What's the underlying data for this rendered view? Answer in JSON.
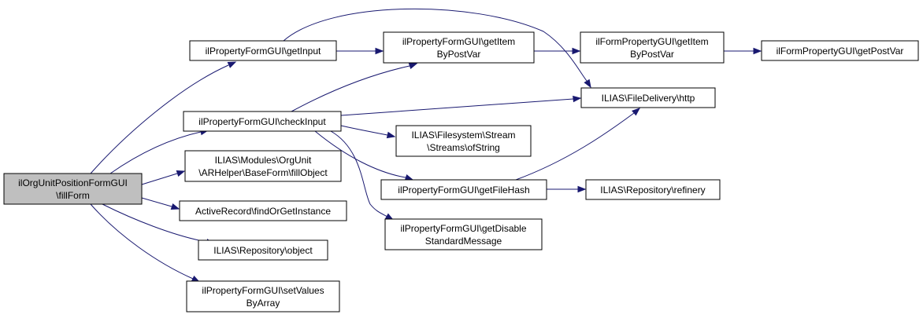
{
  "graph": {
    "colors": {
      "edge": "#191970",
      "root_fill": "#bfbfbf",
      "node_fill": "#ffffff",
      "border": "#000000"
    },
    "nodes": {
      "root": {
        "lines": [
          "ilOrgUnitPositionFormGUI",
          "\\fillForm"
        ]
      },
      "getInput": {
        "lines": [
          "ilPropertyFormGUI\\getInput"
        ]
      },
      "checkInput": {
        "lines": [
          "ilPropertyFormGUI\\checkInput"
        ]
      },
      "fillObject": {
        "lines": [
          "ILIAS\\Modules\\OrgUnit",
          "\\ARHelper\\BaseForm\\fillObject"
        ]
      },
      "findOrGetInstance": {
        "lines": [
          "ActiveRecord\\findOrGetInstance"
        ]
      },
      "object": {
        "lines": [
          "ILIAS\\Repository\\object"
        ]
      },
      "setValuesByArray": {
        "lines": [
          "ilPropertyFormGUI\\setValues",
          "ByArray"
        ]
      },
      "getItemByPostVar1": {
        "lines": [
          "ilPropertyFormGUI\\getItem",
          "ByPostVar"
        ]
      },
      "ofString": {
        "lines": [
          "ILIAS\\Filesystem\\Stream",
          "\\Streams\\ofString"
        ]
      },
      "getFileHash": {
        "lines": [
          "ilPropertyFormGUI\\getFileHash"
        ]
      },
      "getDisableStandardMessage": {
        "lines": [
          "ilPropertyFormGUI\\getDisable",
          "StandardMessage"
        ]
      },
      "getItemByPostVar2": {
        "lines": [
          "ilFormPropertyGUI\\getItem",
          "ByPostVar"
        ]
      },
      "http": {
        "lines": [
          "ILIAS\\FileDelivery\\http"
        ]
      },
      "refinery": {
        "lines": [
          "ILIAS\\Repository\\refinery"
        ]
      },
      "getPostVar": {
        "lines": [
          "ilFormPropertyGUI\\getPostVar"
        ]
      }
    },
    "edges": [
      [
        "root",
        "getInput"
      ],
      [
        "root",
        "checkInput"
      ],
      [
        "root",
        "fillObject"
      ],
      [
        "root",
        "findOrGetInstance"
      ],
      [
        "root",
        "object"
      ],
      [
        "root",
        "setValuesByArray"
      ],
      [
        "getInput",
        "getItemByPostVar1"
      ],
      [
        "getInput",
        "http"
      ],
      [
        "checkInput",
        "getItemByPostVar1"
      ],
      [
        "checkInput",
        "http"
      ],
      [
        "checkInput",
        "ofString"
      ],
      [
        "checkInput",
        "getFileHash"
      ],
      [
        "checkInput",
        "getDisableStandardMessage"
      ],
      [
        "getItemByPostVar1",
        "getItemByPostVar2"
      ],
      [
        "getItemByPostVar2",
        "getPostVar"
      ],
      [
        "getFileHash",
        "http"
      ],
      [
        "getFileHash",
        "refinery"
      ]
    ]
  }
}
